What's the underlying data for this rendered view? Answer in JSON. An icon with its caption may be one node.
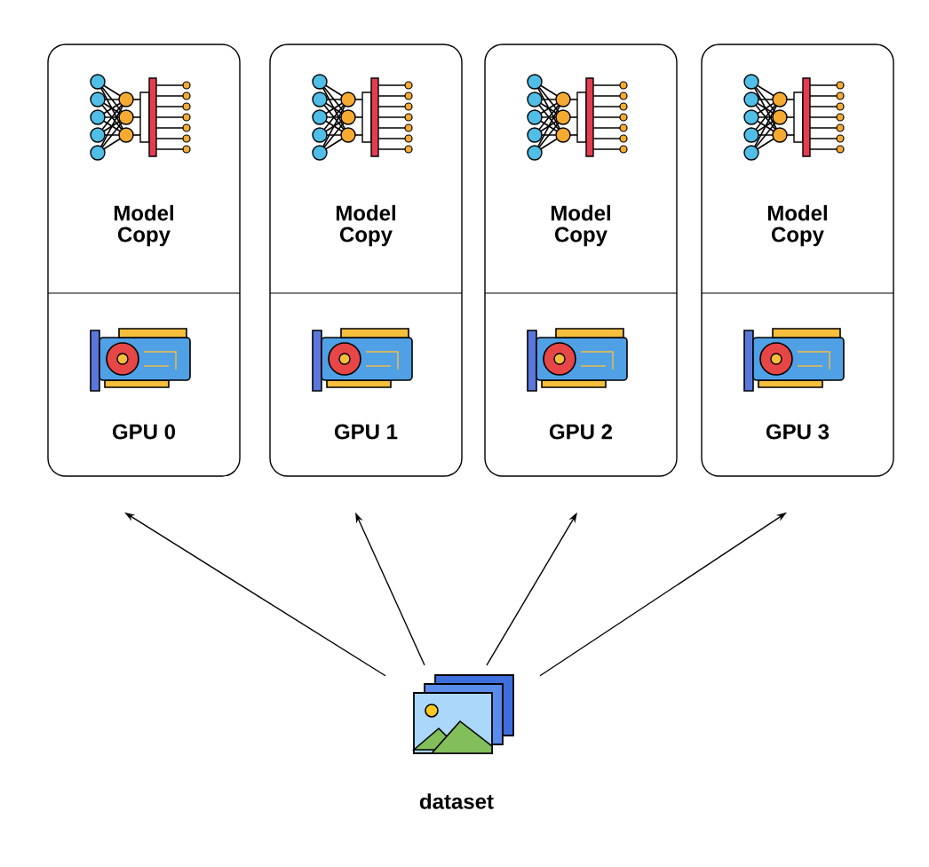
{
  "diagram": {
    "nodes": [
      {
        "text": [],
        "shape": "box"
      },
      {
        "text": [
          "Model Copy"
        ],
        "in": 0
      },
      {
        "text": [
          "GPU 0"
        ],
        "in": 0
      },
      {
        "text": [],
        "shape": "box"
      },
      {
        "text": [
          "Model Copy"
        ],
        "in": 3
      },
      {
        "text": [
          "GPU 1"
        ],
        "in": 3
      },
      {
        "text": [],
        "shape": "box"
      },
      {
        "text": [
          "Model Copy"
        ],
        "in": 6
      },
      {
        "text": [
          "GPU 2"
        ],
        "in": 6
      },
      {
        "text": [],
        "shape": "box"
      },
      {
        "text": [
          "Model Copy"
        ],
        "in": 9
      },
      {
        "text": [
          "GPU 3"
        ],
        "in": 9
      },
      {
        "text": [
          "dataset"
        ]
      }
    ],
    "edges": [
      {
        "from": 12,
        "to": 0,
        "arrow": "to"
      },
      {
        "from": 12,
        "to": 3,
        "arrow": "to"
      },
      {
        "from": 12,
        "to": 6,
        "arrow": "to"
      },
      {
        "from": 12,
        "to": 9,
        "arrow": "to"
      }
    ]
  }
}
